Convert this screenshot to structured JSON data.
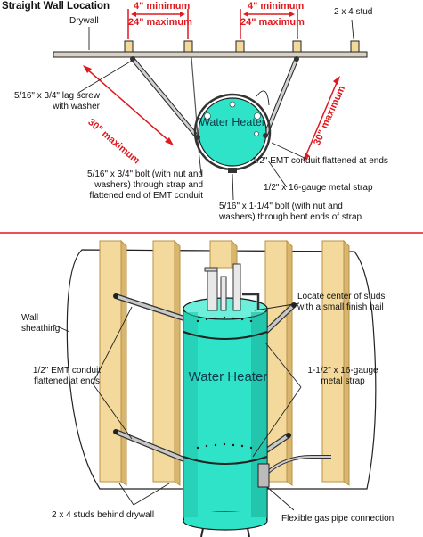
{
  "title": "Straight Wall Location",
  "top_view": {
    "dim_min_left": "4\" minimum",
    "dim_max_left": "24\" maximum",
    "dim_min_right": "4\" minimum",
    "dim_max_right": "24\" maximum",
    "stud_label": "2 x 4 stud",
    "drywall_label": "Drywall",
    "max_left": "30\" maximum",
    "max_right": "30\" maximum",
    "lag_screw": "5/16\" x 3/4\" lag screw\nwith washer",
    "heater_label": "Water\nHeater",
    "conduit_flat": "1/2\" EMT conduit flattened at ends",
    "strap": "1/2\" x 16-gauge metal strap",
    "bolt_strap": "5/16\" x 3/4\" bolt (with nut and\nwashers) through strap and\nflattened end of EMT conduit",
    "bolt_bent": "5/16\" x 1-1/4\" bolt (with nut and\nwashers) through bent ends of strap"
  },
  "perspective_view": {
    "locate_center": "Locate center of studs\nwith a small finish nail",
    "wall_sheathing": "Wall\nsheathing",
    "conduit_flat": "1/2\" EMT conduit\nflattened at ends",
    "strap": "1-1/2\" x 16-gauge\nmetal strap",
    "heater_label": "Water\nHeater",
    "studs_behind": "2 x 4 studs behind drywall",
    "gas_pipe": "Flexible gas pipe connection"
  },
  "colors": {
    "heater": "#2ee3c8",
    "heater_dark": "#17a88f",
    "stud": "#f3d99b",
    "stud_dark": "#c9a45a",
    "red": "#e0191f"
  }
}
